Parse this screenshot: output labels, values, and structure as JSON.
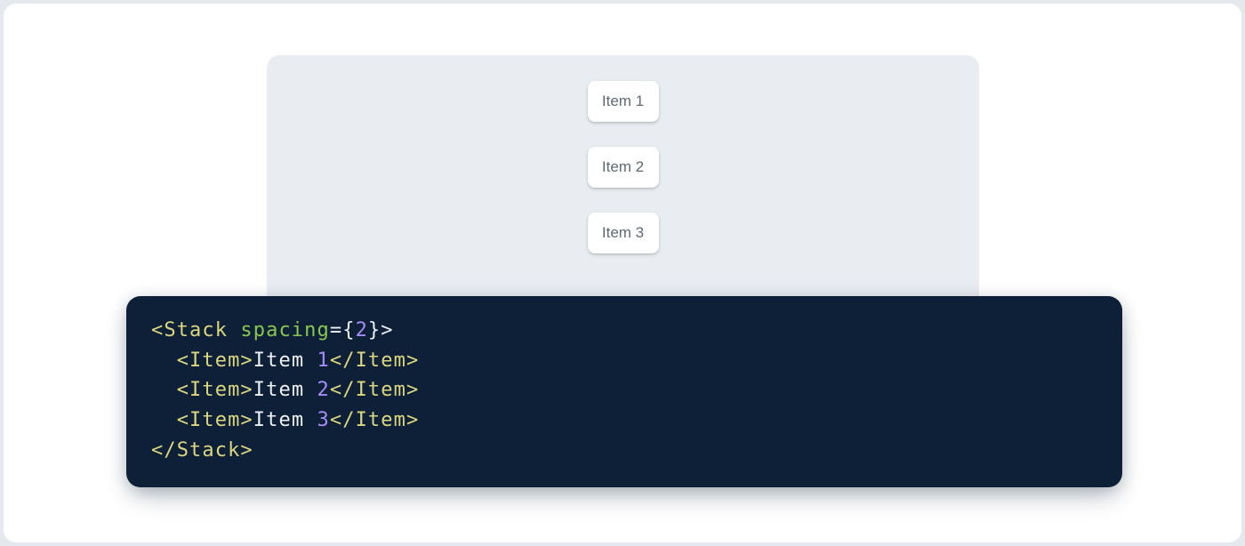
{
  "theme": {
    "page_bg": "#e5e8ec",
    "card_bg": "#ffffff",
    "panel_bg": "#e9edf2",
    "item_bg": "#ffffff",
    "item_text": "#5e6973",
    "code_bg": "#0d2038",
    "code_tag": "#dcd67f",
    "code_attr": "#8bc750",
    "code_number": "#a58cf7",
    "code_plain": "#eef1f4"
  },
  "stack_demo": {
    "items": [
      "Item 1",
      "Item 2",
      "Item 3"
    ]
  },
  "code_block": {
    "lines": [
      [
        {
          "t": "<Stack ",
          "c": "tag"
        },
        {
          "t": "spacing",
          "c": "attr"
        },
        {
          "t": "=",
          "c": "plain"
        },
        {
          "t": "{",
          "c": "plain"
        },
        {
          "t": "2",
          "c": "number"
        },
        {
          "t": "}",
          "c": "plain"
        },
        {
          "t": ">",
          "c": "plain"
        }
      ],
      [
        {
          "t": "  ",
          "c": "plain"
        },
        {
          "t": "<Item>",
          "c": "tag"
        },
        {
          "t": "Item ",
          "c": "plain"
        },
        {
          "t": "1",
          "c": "number"
        },
        {
          "t": "</Item>",
          "c": "tag"
        }
      ],
      [
        {
          "t": "  ",
          "c": "plain"
        },
        {
          "t": "<Item>",
          "c": "tag"
        },
        {
          "t": "Item ",
          "c": "plain"
        },
        {
          "t": "2",
          "c": "number"
        },
        {
          "t": "</Item>",
          "c": "tag"
        }
      ],
      [
        {
          "t": "  ",
          "c": "plain"
        },
        {
          "t": "<Item>",
          "c": "tag"
        },
        {
          "t": "Item ",
          "c": "plain"
        },
        {
          "t": "3",
          "c": "number"
        },
        {
          "t": "</Item>",
          "c": "tag"
        }
      ],
      [
        {
          "t": "</Stack>",
          "c": "tag"
        }
      ]
    ]
  }
}
